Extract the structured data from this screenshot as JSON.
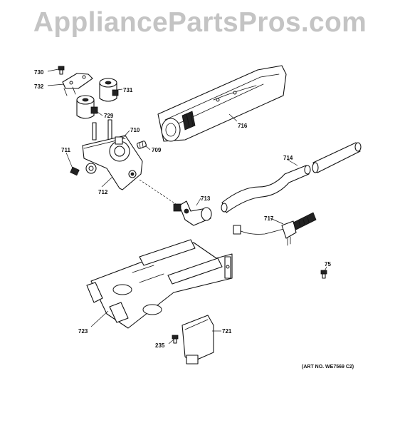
{
  "watermark": "AppliancePartsPros.com",
  "art_number": "(ART NO. WE7569 C2)",
  "labels": {
    "p730": "730",
    "p732": "732",
    "p731": "731",
    "p729": "729",
    "p716": "716",
    "p710": "710",
    "p711": "711",
    "p709": "709",
    "p712": "712",
    "p714": "714",
    "p713": "713",
    "p717": "717",
    "p75": "75",
    "p723": "723",
    "p721": "721",
    "p235": "235"
  }
}
